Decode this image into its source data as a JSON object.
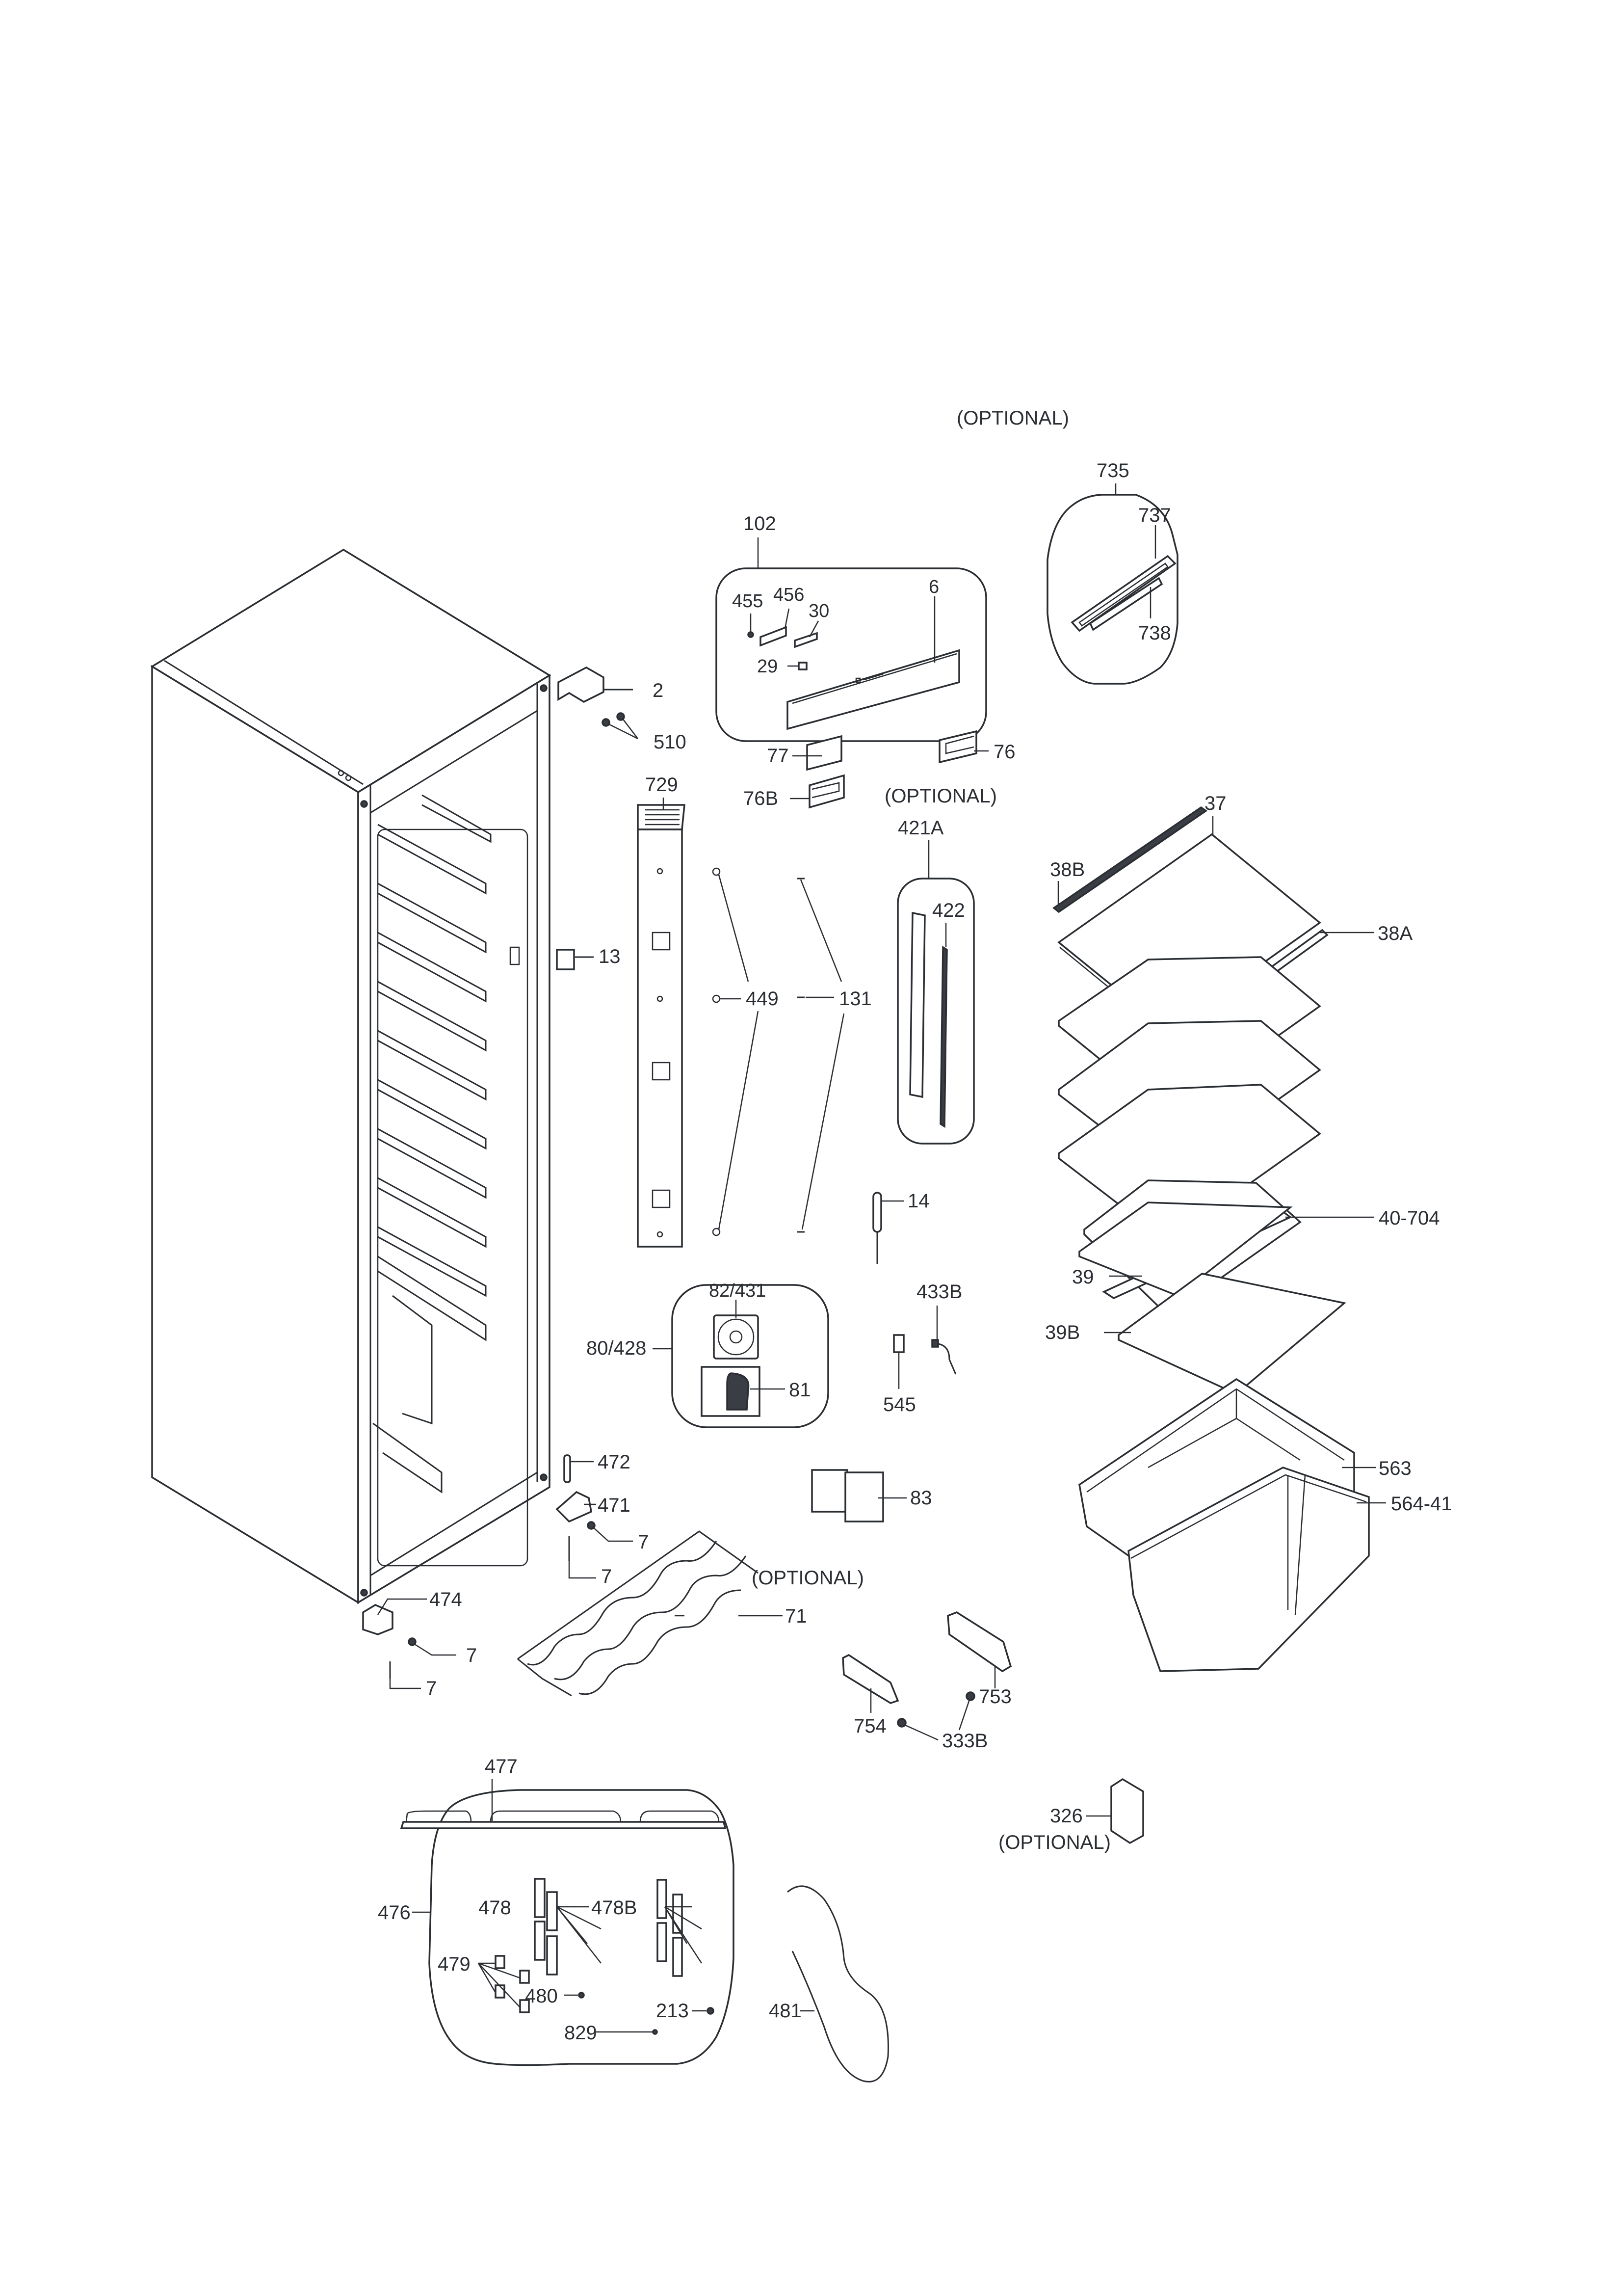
{
  "diagram": {
    "type": "exploded-parts-view",
    "optional_note": "(OPTIONAL)",
    "labels": {
      "p2": "2",
      "p510": "510",
      "p13": "13",
      "p729": "729",
      "p102": "102",
      "p455": "455",
      "p456": "456",
      "p30": "30",
      "p29": "29",
      "p6": "6",
      "p735": "735",
      "p737": "737",
      "p738": "738",
      "p77": "77",
      "p76": "76",
      "p76B": "76B",
      "p421A": "421A",
      "p422": "422",
      "p449": "449",
      "p131": "131",
      "p14": "14",
      "p37": "37",
      "p38B": "38B",
      "p38A": "38A",
      "p40_704": "40-704",
      "p39": "39",
      "p39B": "39B",
      "p80_428": "80/428",
      "p82_431": "82/431",
      "p81": "81",
      "p433B": "433B",
      "p545": "545",
      "p83": "83",
      "p472": "472",
      "p471": "471",
      "p7": "7",
      "p474": "474",
      "p71": "71",
      "p754": "754",
      "p753": "753",
      "p333B": "333B",
      "p563": "563",
      "p564_41": "564-41",
      "p326": "326",
      "p477": "477",
      "p476": "476",
      "p478": "478",
      "p478B": "478B",
      "p479": "479",
      "p480": "480",
      "p213": "213",
      "p829": "829",
      "p481": "481"
    }
  }
}
